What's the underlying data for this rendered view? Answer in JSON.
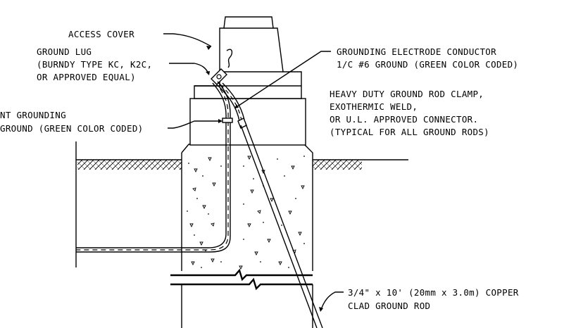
{
  "labels": {
    "access_cover": "ACCESS COVER",
    "ground_lug": [
      "GROUND LUG",
      "(BURNDY TYPE KC, K2C,",
      "OR APPROVED EQUAL)"
    ],
    "equipment_grounding": [
      "NT GROUNDING",
      "GROUND (GREEN COLOR CODED)"
    ],
    "grounding_electrode": [
      "GROUNDING ELECTRODE CONDUCTOR",
      "1/C #6 GROUND (GREEN COLOR CODED)"
    ],
    "ground_rod_clamp": [
      "HEAVY DUTY GROUND ROD CLAMP,",
      "EXOTHERMIC WELD,",
      "OR U.L. APPROVED CONNECTOR.",
      "(TYPICAL FOR ALL GROUND RODS)"
    ],
    "ground_rod": [
      "3/4\" x 10' (20mm x 3.0m) COPPER",
      "CLAD GROUND ROD"
    ]
  }
}
